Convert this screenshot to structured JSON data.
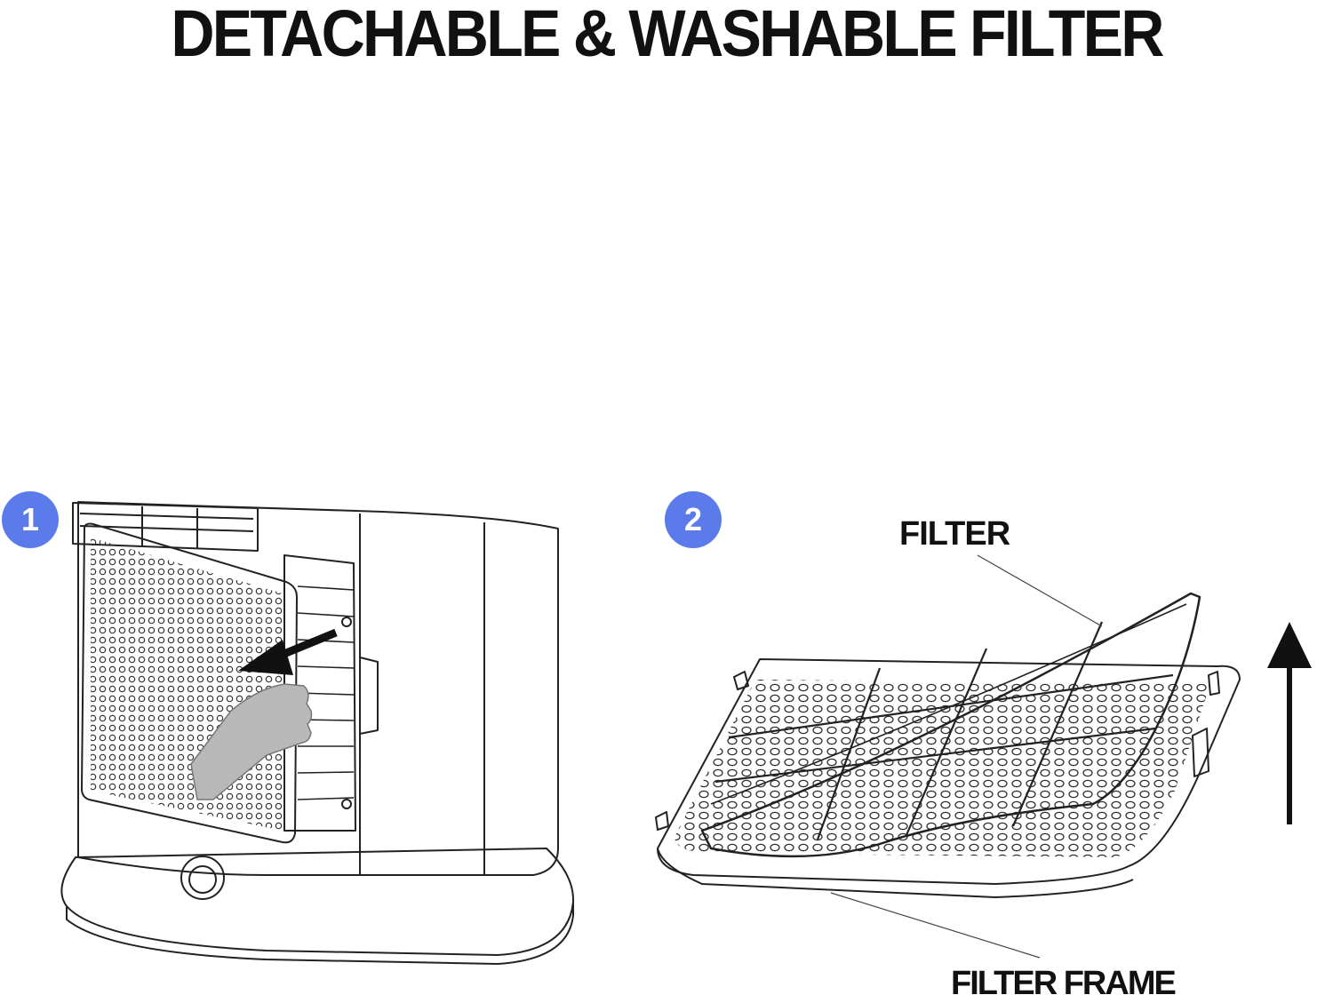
{
  "title": "DETACHABLE & WASHABLE FILTER",
  "steps": [
    {
      "number": "1"
    },
    {
      "number": "2"
    }
  ],
  "labels": {
    "filter": "FILTER",
    "filter_frame": "FILTER FRAME"
  },
  "colors": {
    "badge": "#5b7bea",
    "ink": "#222222",
    "hand": "#b8b8b8"
  }
}
